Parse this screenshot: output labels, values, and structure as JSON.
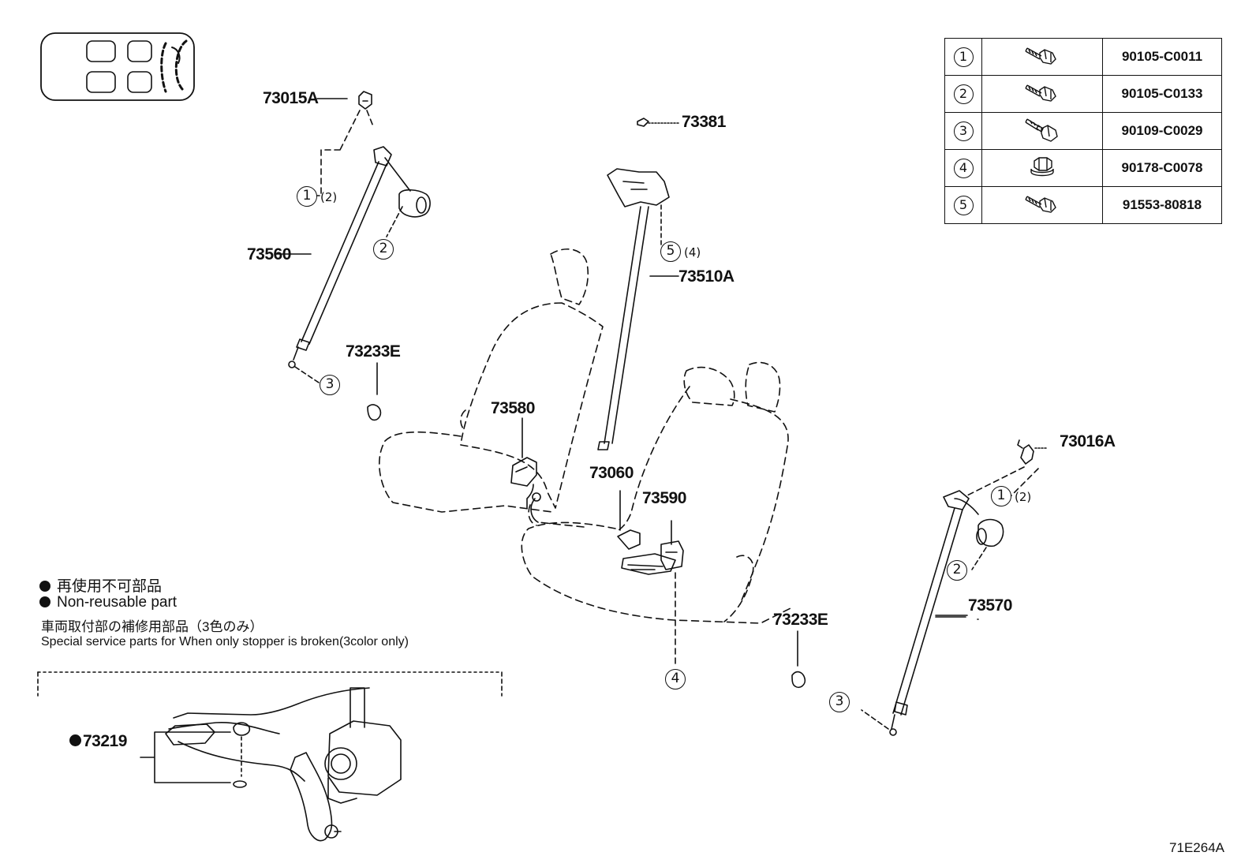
{
  "figure_code": "71E264A",
  "parts": {
    "p73015A": "73015A",
    "p73381": "73381",
    "p73560": "73560",
    "p73510A": "73510A",
    "p73233E_left": "73233E",
    "p73580": "73580",
    "p73060": "73060",
    "p73590": "73590",
    "p73016A": "73016A",
    "p73570": "73570",
    "p73233E_right": "73233E",
    "p73219": "73219"
  },
  "callouts": {
    "c1": "1",
    "c2": "2",
    "c3": "3",
    "c4": "4",
    "c5": "5",
    "qty2": "(2)",
    "qty4": "(4)"
  },
  "bolt_table": [
    {
      "num": "1",
      "part": "90105-C0011",
      "icon": "flange-bolt-icon"
    },
    {
      "num": "2",
      "part": "90105-C0133",
      "icon": "flange-bolt-icon"
    },
    {
      "num": "3",
      "part": "90109-C0029",
      "icon": "shoulder-bolt-icon"
    },
    {
      "num": "4",
      "part": "90178-C0078",
      "icon": "flange-nut-icon"
    },
    {
      "num": "5",
      "part": "91553-80818",
      "icon": "flange-bolt-icon"
    }
  ],
  "legend": {
    "jp": "再使用不可部品",
    "en": "Non-reusable part"
  },
  "notes": {
    "jp": "車両取付部の補修用部品（3色のみ）",
    "en": "Special service parts for When only stopper is broken(3color only)"
  }
}
